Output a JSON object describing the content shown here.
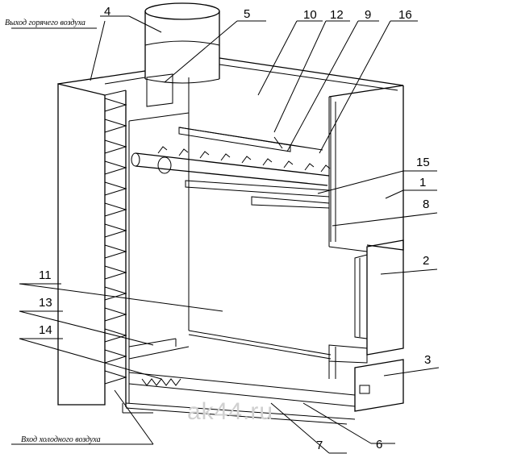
{
  "captions": {
    "hot_air_outlet": "Выход горячего воздуха",
    "cold_air_inlet": "Вход холодного воздуха"
  },
  "callouts": [
    {
      "number": "4"
    },
    {
      "number": "5"
    },
    {
      "number": "10"
    },
    {
      "number": "12"
    },
    {
      "number": "9"
    },
    {
      "number": "16"
    },
    {
      "number": "15"
    },
    {
      "number": "1"
    },
    {
      "number": "8"
    },
    {
      "number": "2"
    },
    {
      "number": "11"
    },
    {
      "number": "13"
    },
    {
      "number": "14"
    },
    {
      "number": "3"
    },
    {
      "number": "7"
    },
    {
      "number": "6"
    }
  ],
  "watermark": "ak44.ru"
}
